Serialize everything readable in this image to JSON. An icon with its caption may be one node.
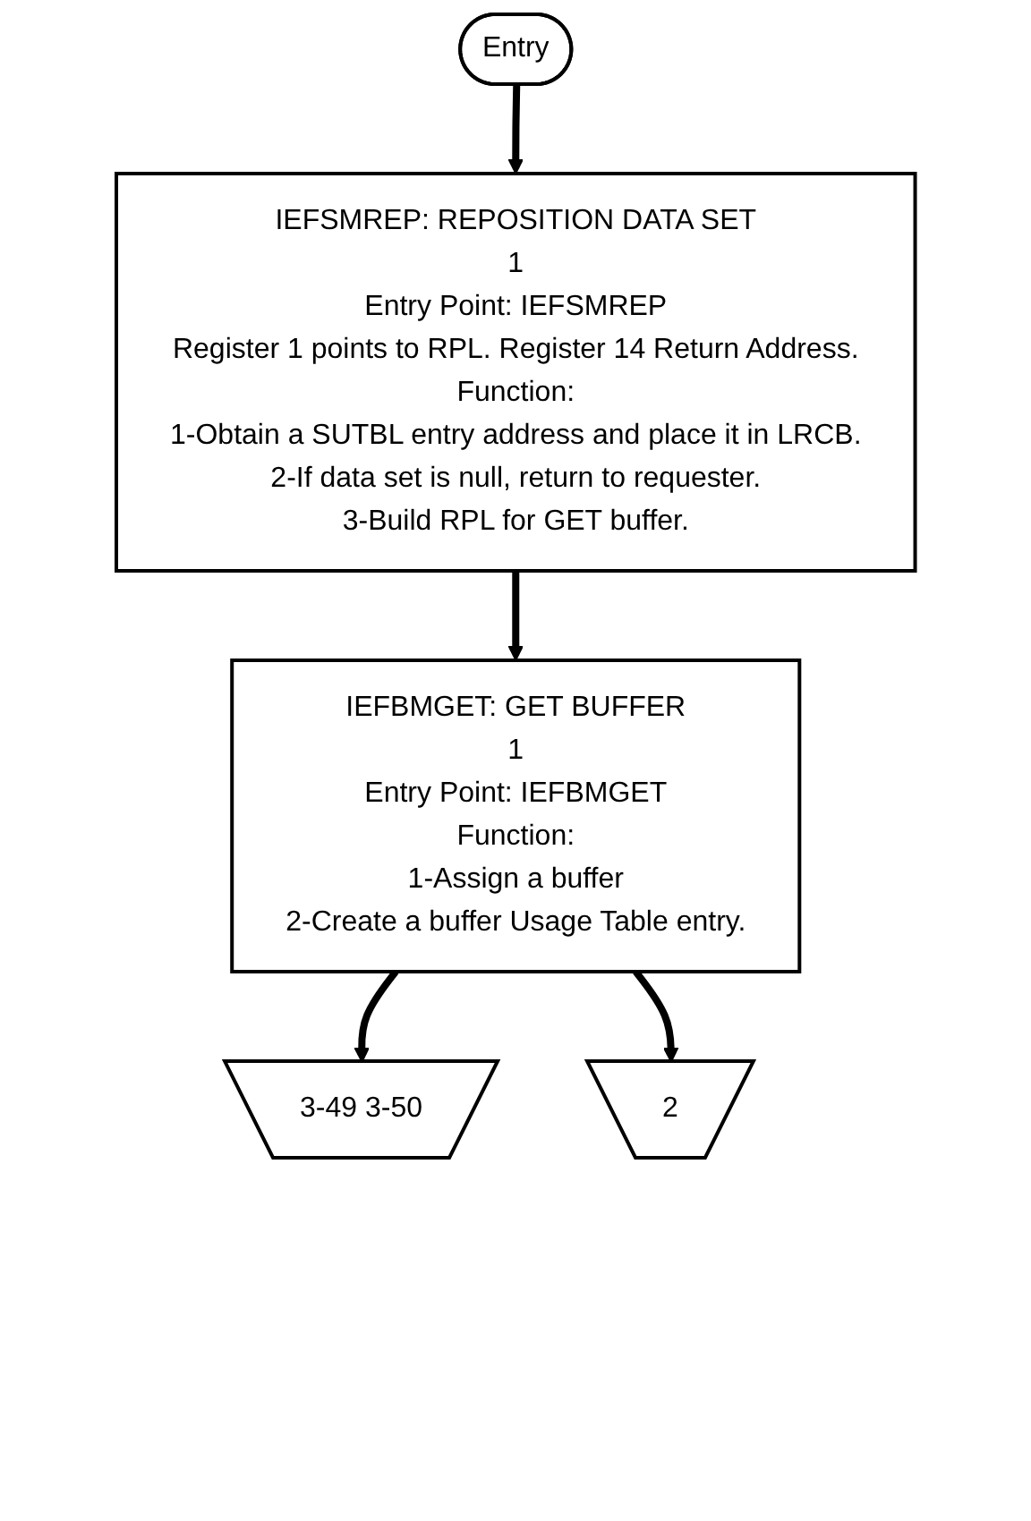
{
  "diagram": {
    "nodes": [
      {
        "text": [
          "Entry"
        ]
      },
      {
        "text": [
          "IEFSMREP: REPOSITION DATA SET",
          "1",
          "Entry Point: IEFSMREP",
          "Register 1 points to RPL. Register 14 Return Address.",
          "Function:",
          "1-Obtain a SUTBL entry address and place it in LRCB.",
          "2-If data set is null, return to requester.",
          "3-Build RPL for GET buffer."
        ]
      },
      {
        "text": [
          "IEFBMGET: GET BUFFER",
          "1",
          "Entry Point: IEFBMGET",
          "Function:",
          "1-Assign a buffer",
          "2-Create a buffer Usage Table entry."
        ]
      },
      {
        "text": [
          "3-49 3-50"
        ]
      },
      {
        "text": [
          "2"
        ]
      }
    ],
    "edges": [
      {
        "from": 0,
        "to": 1,
        "arrow": "to"
      },
      {
        "from": 1,
        "to": 2,
        "arrow": "to"
      },
      {
        "from": 2,
        "to": 3,
        "arrow": "to"
      },
      {
        "from": 2,
        "to": 4,
        "arrow": "to"
      }
    ]
  }
}
